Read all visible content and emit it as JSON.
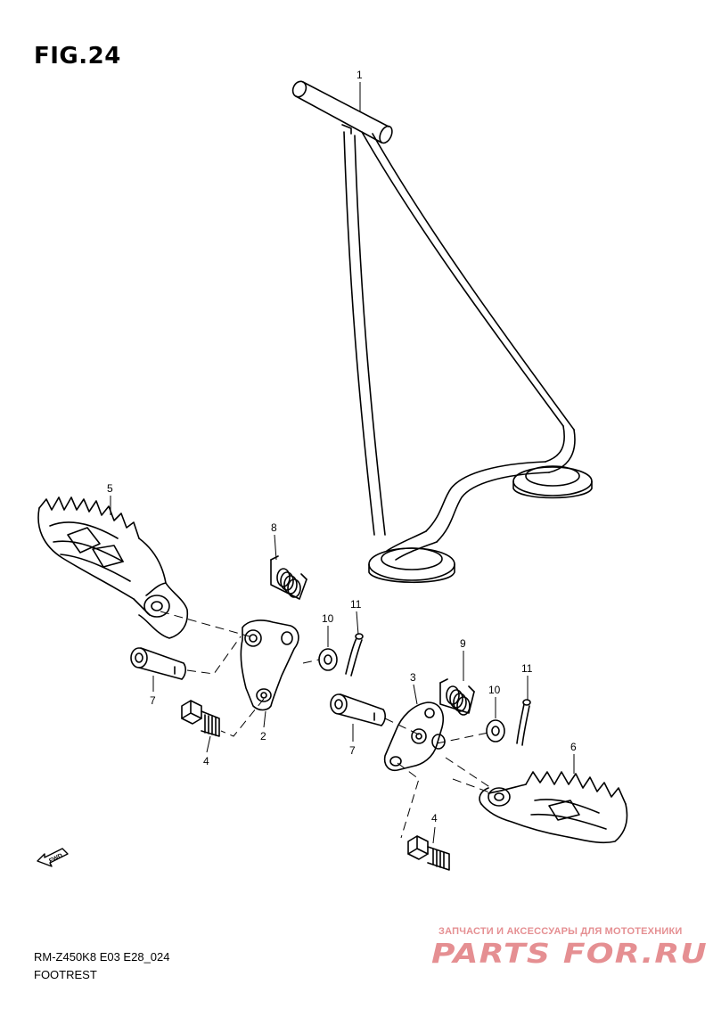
{
  "header": {
    "figure_label": "FIG.24"
  },
  "callouts": {
    "c1": "1",
    "c2": "2",
    "c3": "3",
    "c4a": "4",
    "c4b": "4",
    "c5": "5",
    "c6": "6",
    "c7a": "7",
    "c7b": "7",
    "c8": "8",
    "c9": "9",
    "c10a": "10",
    "c10b": "10",
    "c11a": "11",
    "c11b": "11"
  },
  "direction_marker": {
    "label": "FWD"
  },
  "footer": {
    "model_code": "RM-Z450K8 E03 E28_024",
    "section": "FOOTREST"
  },
  "watermark": {
    "tagline": "ЗАПЧАСТИ И АКСЕССУАРЫ ДЛЯ МОТОТЕХНИКИ",
    "logo_text": "PARTS FOR.RU",
    "color": "#e58f92"
  }
}
